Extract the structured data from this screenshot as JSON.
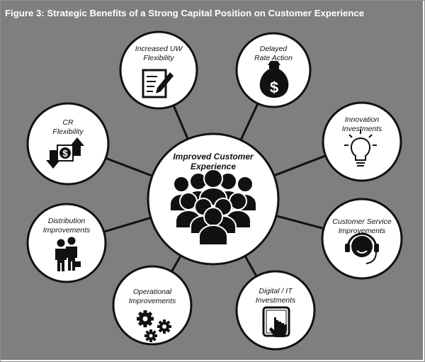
{
  "title": "Figure 3: Strategic Benefits of a Strong Capital Position on Customer Experience",
  "colors": {
    "background": "#7f7f7f",
    "node_fill": "#ffffff",
    "node_stroke": "#111111",
    "title_text": "#ffffff"
  },
  "center": {
    "lines": [
      "Improved Customer",
      "Experience"
    ],
    "icon": "people-group-icon"
  },
  "nodes": [
    {
      "id": "uw",
      "lines": [
        "Increased UW",
        "Flexibility"
      ],
      "icon": "document-pen-icon"
    },
    {
      "id": "rate",
      "lines": [
        "Delayed",
        "Rate Action"
      ],
      "icon": "money-bag-icon"
    },
    {
      "id": "innovation",
      "lines": [
        "Innovation",
        "Investments"
      ],
      "icon": "lightbulb-icon"
    },
    {
      "id": "service",
      "lines": [
        "Customer Service",
        "Improvements"
      ],
      "icon": "headset-agent-icon"
    },
    {
      "id": "digital",
      "lines": [
        "Digital / IT",
        "Investments"
      ],
      "icon": "tablet-touch-icon"
    },
    {
      "id": "operational",
      "lines": [
        "Operational",
        "Improvements"
      ],
      "icon": "gears-icon"
    },
    {
      "id": "distribution",
      "lines": [
        "Distribution",
        "Improvements"
      ],
      "icon": "businessmen-icon"
    },
    {
      "id": "cr",
      "lines": [
        "CR",
        "Flexibility"
      ],
      "icon": "dollar-arrows-icon"
    }
  ],
  "icon_glyphs": {
    "money_sign": "$",
    "dollar_sign": "$"
  }
}
